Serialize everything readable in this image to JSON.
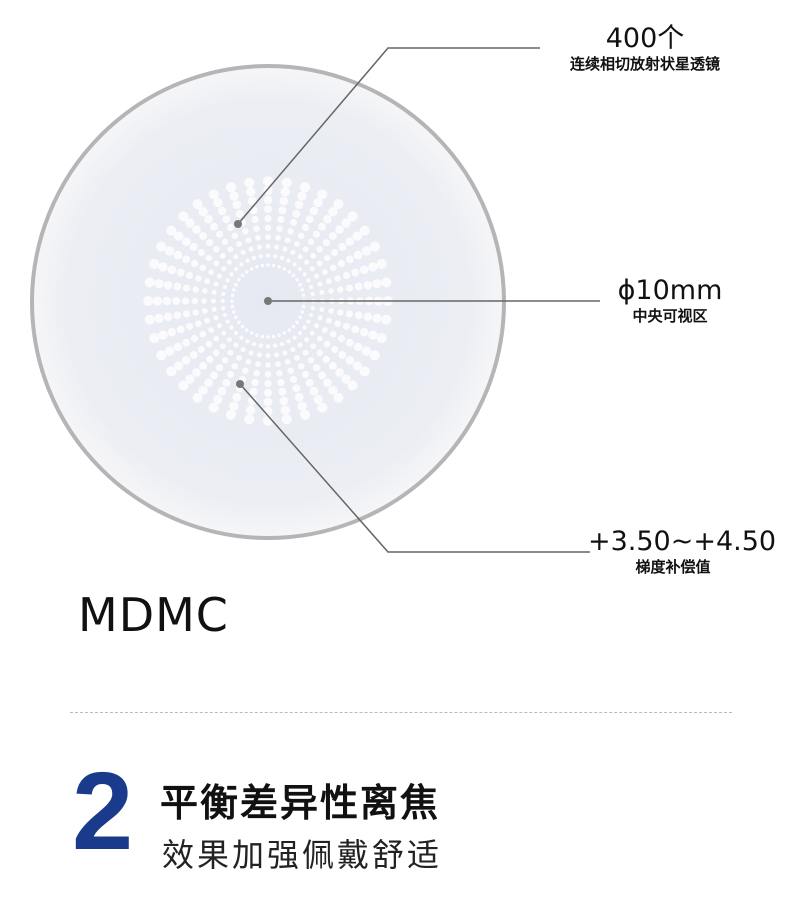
{
  "callouts": [
    {
      "value": "400个",
      "desc": "连续相切放射状星透镜"
    },
    {
      "value": "ϕ10mm",
      "desc": "中央可视区"
    },
    {
      "value": "+3.50~+4.50",
      "desc": "梯度补偿值"
    }
  ],
  "product": "MDMC",
  "feature": {
    "number": "2",
    "title": "平衡差异性离焦",
    "subtitle": "效果加强佩戴舒适"
  },
  "colors": {
    "accent": "#1a3a8c",
    "lens": "#e8ebf3",
    "rim": "#b5b5b8",
    "line": "#666666"
  }
}
